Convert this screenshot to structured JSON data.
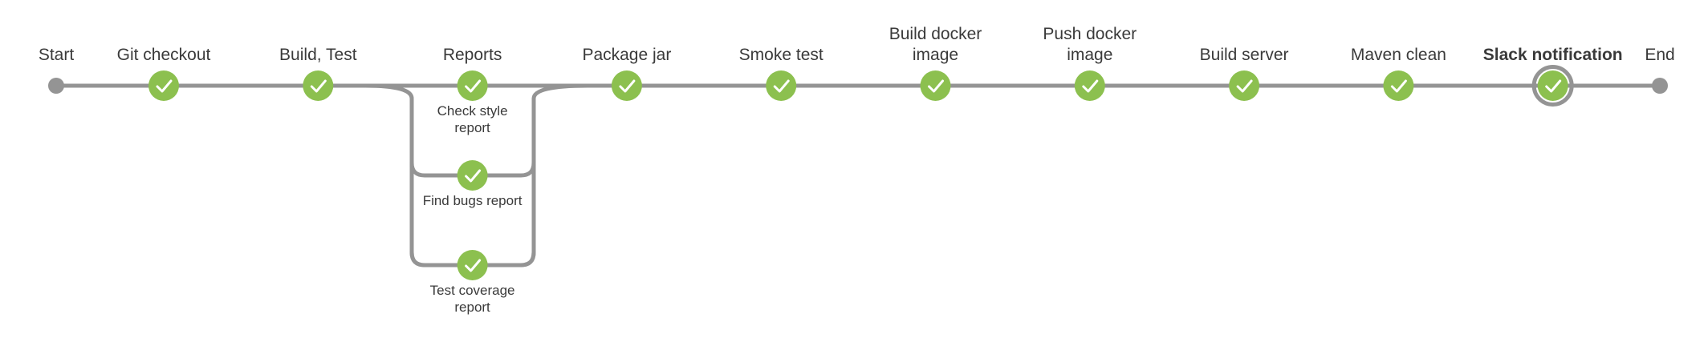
{
  "pipeline": {
    "start_label": "Start",
    "end_label": "End",
    "status_color": "#8cc04f",
    "track_color": "#949494",
    "stages": [
      {
        "id": "git-checkout",
        "label": [
          "Git checkout"
        ],
        "status": "success",
        "icon": "check-icon"
      },
      {
        "id": "build-test",
        "label": [
          "Build, Test"
        ],
        "status": "success",
        "icon": "check-icon"
      },
      {
        "id": "reports",
        "label": [
          "Reports"
        ],
        "status": "success",
        "icon": "check-icon",
        "branches": [
          {
            "id": "check-style-report",
            "label": [
              "Check style",
              "report"
            ],
            "status": "success",
            "icon": "check-icon"
          },
          {
            "id": "find-bugs-report",
            "label": [
              "Find bugs report"
            ],
            "status": "success",
            "icon": "check-icon"
          },
          {
            "id": "test-coverage-report",
            "label": [
              "Test coverage",
              "report"
            ],
            "status": "success",
            "icon": "check-icon"
          }
        ]
      },
      {
        "id": "package-jar",
        "label": [
          "Package jar"
        ],
        "status": "success",
        "icon": "check-icon"
      },
      {
        "id": "smoke-test",
        "label": [
          "Smoke test"
        ],
        "status": "success",
        "icon": "check-icon"
      },
      {
        "id": "build-docker-image",
        "label": [
          "Build docker",
          "image"
        ],
        "status": "success",
        "icon": "check-icon"
      },
      {
        "id": "push-docker-image",
        "label": [
          "Push docker",
          "image"
        ],
        "status": "success",
        "icon": "check-icon"
      },
      {
        "id": "build-server",
        "label": [
          "Build server"
        ],
        "status": "success",
        "icon": "check-icon"
      },
      {
        "id": "maven-clean",
        "label": [
          "Maven clean"
        ],
        "status": "success",
        "icon": "check-icon"
      },
      {
        "id": "slack-notification",
        "label": [
          "Slack notification"
        ],
        "status": "success",
        "icon": "check-icon",
        "selected": true
      }
    ]
  }
}
